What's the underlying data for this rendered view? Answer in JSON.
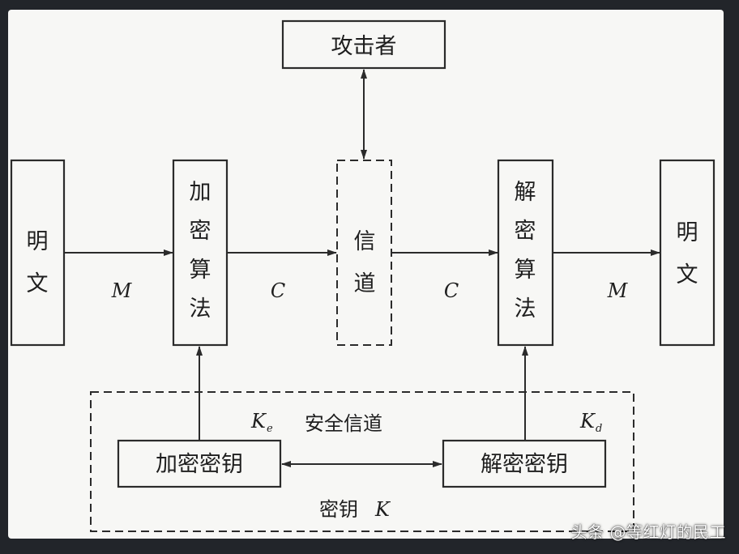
{
  "attacker": "攻击者",
  "plaintext_left": [
    "明",
    "文"
  ],
  "plaintext_right": [
    "明",
    "文"
  ],
  "encrypt_algo": [
    "加",
    "密",
    "算",
    "法"
  ],
  "channel": [
    "信",
    "道"
  ],
  "decrypt_algo": [
    "解",
    "密",
    "算",
    "法"
  ],
  "m_left": "M",
  "c_left": "C",
  "c_right": "C",
  "m_right": "M",
  "ke_main": "K",
  "ke_sub": "e",
  "kd_main": "K",
  "kd_sub": "d",
  "secure_channel": "安全信道",
  "encrypt_key": "加密密钥",
  "decrypt_key": "解密密钥",
  "key_label": "密钥",
  "key_var": "K",
  "watermark": "头条 @等红灯的民工"
}
